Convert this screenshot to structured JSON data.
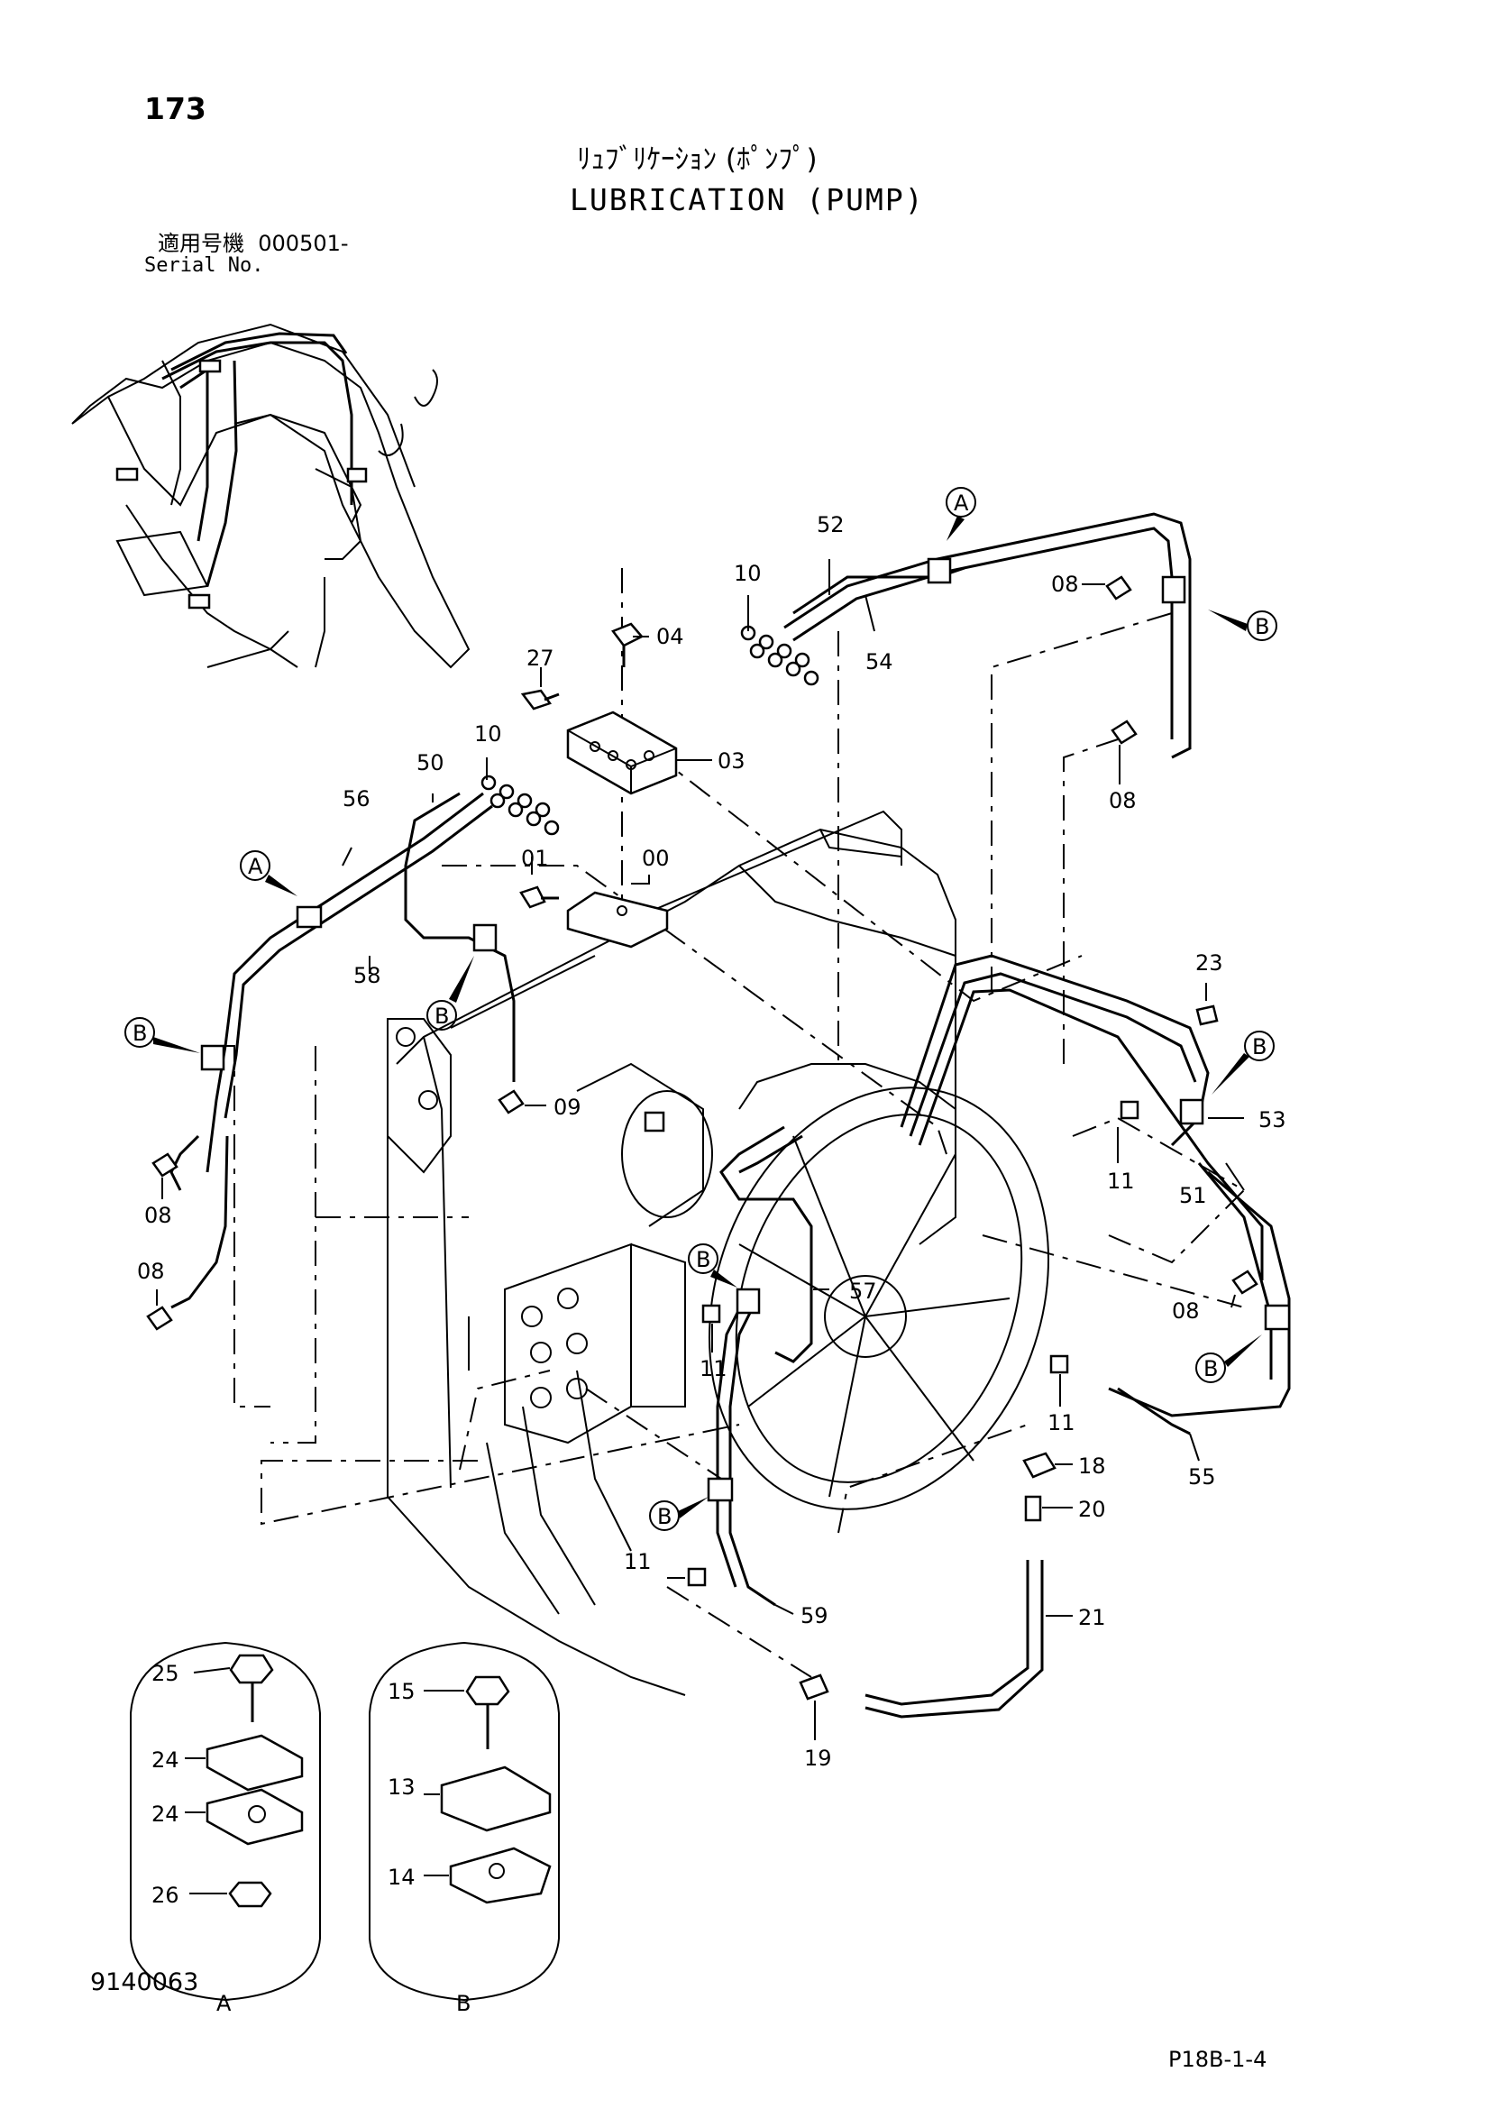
{
  "page_number": "173",
  "title_jp": "ﾘｭﾌﾞﾘｹｰｼｮﾝ (ﾎﾟﾝﾌﾟ)",
  "title_en": "LUBRICATION (PUMP)",
  "serial_label_jp": "適用号機",
  "serial_value": "000501-",
  "serial_label_en": "Serial No.",
  "figure_code": "9140063",
  "sheet_code": "P18B-1-4",
  "callouts": {
    "c00": "00",
    "c01": "01",
    "c03": "03",
    "c04": "04",
    "c08a": "08",
    "c08b": "08",
    "c08c": "08",
    "c08d": "08",
    "c08e": "08",
    "c09": "09",
    "c10a": "10",
    "c10b": "10",
    "c11a": "11",
    "c11b": "11",
    "c11c": "11",
    "c11d": "11",
    "c13": "13",
    "c14": "14",
    "c15": "15",
    "c18": "18",
    "c19": "19",
    "c20": "20",
    "c21": "21",
    "c23": "23",
    "c24a": "24",
    "c24b": "24",
    "c25": "25",
    "c26": "26",
    "c27": "27",
    "c50": "50",
    "c51": "51",
    "c52": "52",
    "c53": "53",
    "c54": "54",
    "c55": "55",
    "c56": "56",
    "c57": "57",
    "c58": "58",
    "c59": "59"
  },
  "detail_markers": {
    "A": "A",
    "B": "B"
  },
  "detail_labels": {
    "detail_a": "A",
    "detail_b": "B"
  }
}
